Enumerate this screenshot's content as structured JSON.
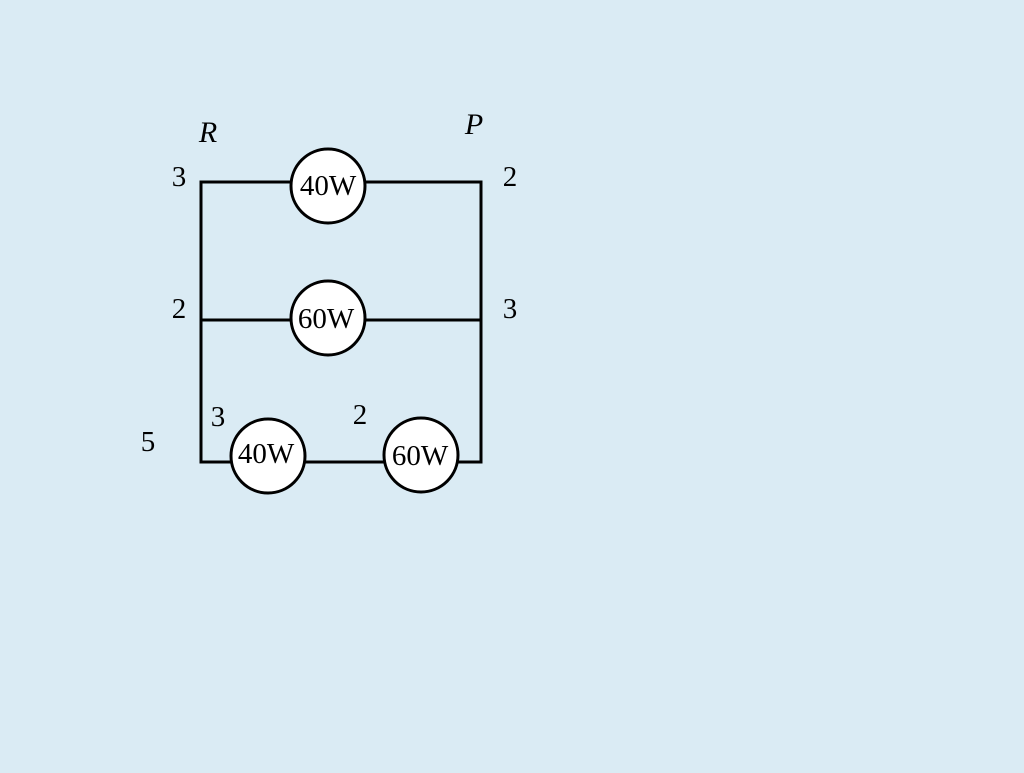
{
  "colors": {
    "background": "#daebf4",
    "wire": "#000000",
    "bulb_fill": "#ffffff"
  },
  "nodes": {
    "left_top": "R",
    "right_top": "P"
  },
  "bulbs": {
    "top": "40W",
    "middle": "60W",
    "bottom_left": "40W",
    "bottom_right": "60W"
  },
  "numbers": {
    "top_left": "3",
    "top_right": "2",
    "middle_left": "2",
    "middle_right": "3",
    "bottom_left_bulb_left": "3",
    "bottom_between_bulbs": "2",
    "outer_left": "5"
  }
}
